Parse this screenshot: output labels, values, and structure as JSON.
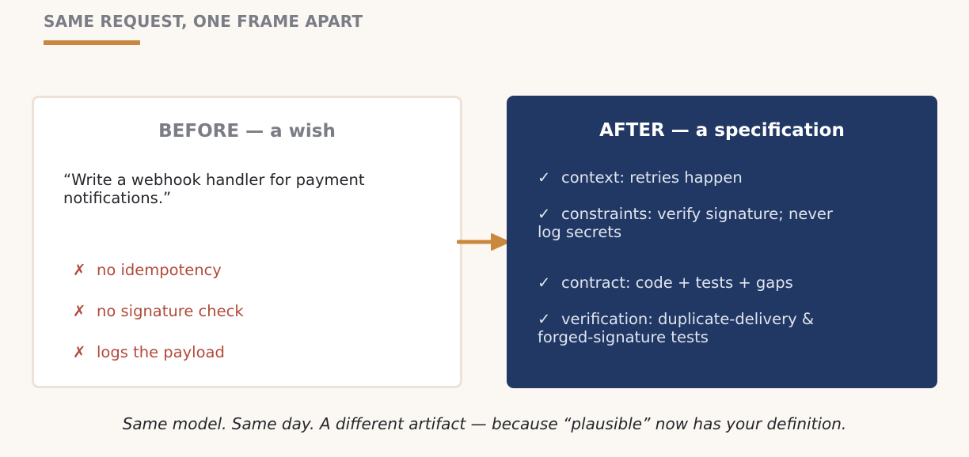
{
  "header": {
    "title": "SAME REQUEST, ONE FRAME APART"
  },
  "before": {
    "title": "BEFORE — a wish",
    "quote": "“Write a webhook handler for payment notifications.”",
    "problems": [
      {
        "mark": "✗",
        "text": "no idempotency"
      },
      {
        "mark": "✗",
        "text": "no signature check"
      },
      {
        "mark": "✗",
        "text": "logs the payload"
      }
    ]
  },
  "after": {
    "title": "AFTER — a specification",
    "items": [
      {
        "mark": "✓",
        "text": "context: retries happen"
      },
      {
        "mark": "✓",
        "text": "constraints: verify signature; never log secrets"
      },
      {
        "mark": "✓",
        "text": "contract: code + tests + gaps"
      },
      {
        "mark": "✓",
        "text": "verification: duplicate-delivery & forged-signature tests"
      }
    ]
  },
  "footer": {
    "caption": "Same model. Same day. A different artifact — because “plausible” now has your definition."
  },
  "colors": {
    "background": "#fbf8f3",
    "accent": "#c9883e",
    "after_panel": "#213864",
    "problem_text": "#b14a3a"
  },
  "icons": {
    "problem_icon": "cross-mark-icon",
    "spec_icon": "check-mark-icon",
    "flow_icon": "arrow-right-icon"
  }
}
